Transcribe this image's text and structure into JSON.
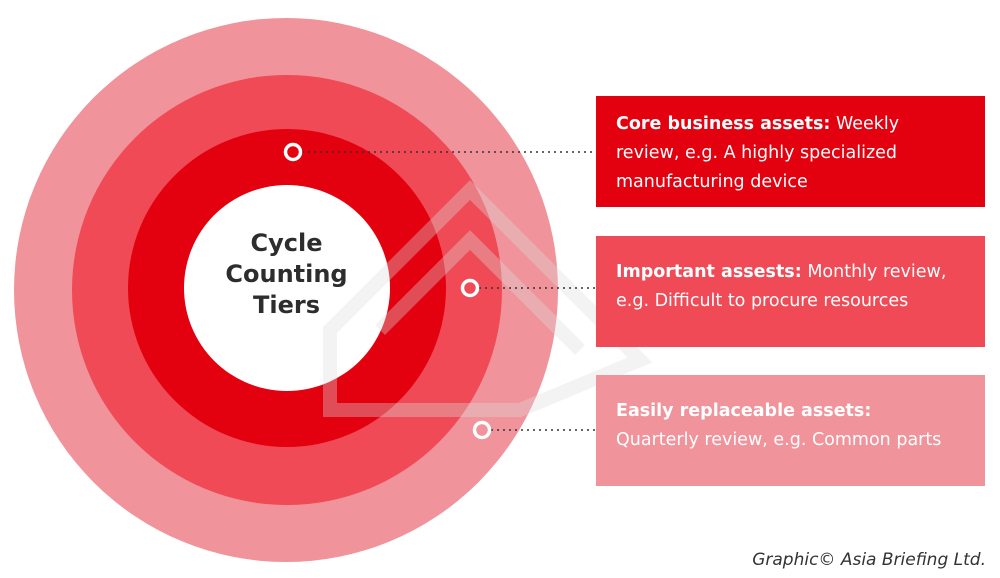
{
  "title": "Cycle Counting Tiers",
  "title_lines": [
    "Cycle",
    "Counting",
    "Tiers"
  ],
  "tiers": [
    {
      "name": "Core business assets:",
      "desc": "Weekly review, e.g. A highly specialized manufacturing device",
      "color": "#e3000f"
    },
    {
      "name": "Important assests:",
      "desc": "Monthly review, e.g. Difficult to procure resources",
      "color": "#ef4a55"
    },
    {
      "name": "Easily replaceable assets:",
      "desc": "Quarterly review, e.g. Common parts",
      "color": "#f0939a"
    }
  ],
  "credit": "Graphic© Asia Briefing Ltd."
}
